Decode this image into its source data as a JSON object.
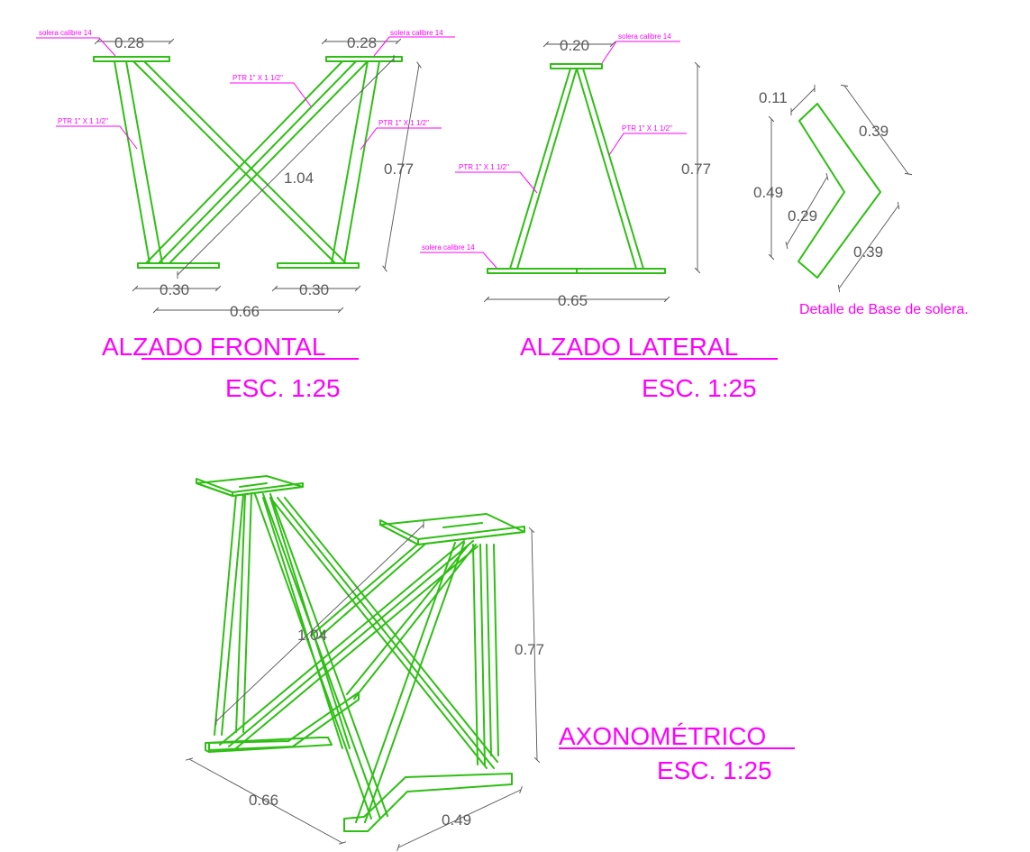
{
  "front": {
    "title": "ALZADO FRONTAL",
    "scale": "ESC. 1:25",
    "dim_top_left": "0.28",
    "dim_top_right": "0.28",
    "dim_foot_left": "0.30",
    "dim_foot_right": "0.30",
    "dim_total": "0.66",
    "dim_diagonal": "1.04",
    "dim_height": "0.77",
    "label_plate_left": "solera calibre 14",
    "label_plate_right": "solera calibre 14",
    "label_tube_left": "PTR  1\" X 1 1/2\"",
    "label_tube_center": "PTR  1\" X 1 1/2\"",
    "label_tube_right": "PTR  1\" X 1 1/2\""
  },
  "side": {
    "title": "ALZADO LATERAL",
    "scale": "ESC. 1:25",
    "dim_top": "0.20",
    "dim_base": "0.65",
    "dim_height": "0.77",
    "label_plate_top": "solera calibre 14",
    "label_plate_bottom": "solera calibre 14",
    "label_tube_left": "PTR  1\" X 1 1/2\"",
    "label_tube_right": "PTR  1\" X 1 1/2\""
  },
  "detail": {
    "caption": "Detalle de Base de solera.",
    "dim_width": "0.11",
    "dim_outer_top": "0.39",
    "dim_outer_bottom": "0.39",
    "dim_height": "0.49",
    "dim_inner": "0.29"
  },
  "axo": {
    "title": "AXONOMÉTRICO",
    "scale": "ESC. 1:25",
    "dim_diagonal": "1.04",
    "dim_height": "0.77",
    "dim_length": "0.66",
    "dim_width": "0.49"
  },
  "colors": {
    "steel": "#2fbf14",
    "annotation": "#ff00ff",
    "dimension": "#555555"
  }
}
